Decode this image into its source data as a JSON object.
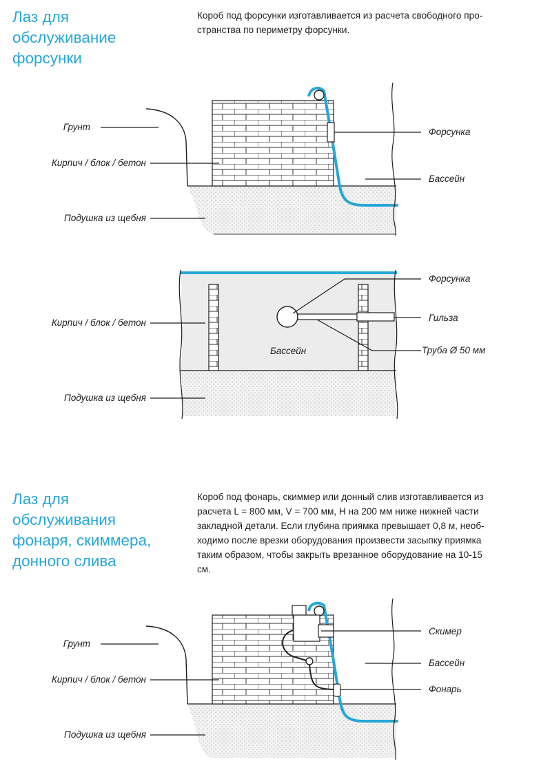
{
  "section1": {
    "heading_lines": [
      "Лаз для",
      "обслуживание",
      "форсунки"
    ],
    "description_lines": [
      "Короб под форсунки изготавливается из расчета свободного про-",
      "странства по периметру форсунки."
    ],
    "diagram_side": {
      "label_ground": "Грунт",
      "label_brick": "Кирпич / блок / бетон",
      "label_gravel": "Подушка из щебня",
      "label_nozzle": "Форсунка",
      "label_pool": "Бассейн"
    },
    "diagram_top": {
      "label_brick": "Кирпич / блок / бетон",
      "label_gravel": "Подушка из щебня",
      "label_nozzle": "Форсунка",
      "label_sleeve": "Гильза",
      "label_pipe": "Труба Ø 50 мм",
      "label_pool": "Бассейн"
    }
  },
  "section2": {
    "heading_lines": [
      "Лаз для",
      "обслуживания",
      "фонаря, скиммера,",
      "донного слива"
    ],
    "description_lines": [
      "Короб под фонарь, скиммер или донный слив изготавливается из",
      "расчета L = 800 мм, V = 700 мм, H на 200 мм ниже нижней части",
      "закладной детали. Если глубина приямка превышает 0,8 м, необ-",
      "ходимо после врезки оборудования произвести засыпку приямка",
      "таким образом, чтобы закрыть врезанное оборудование на 10-15",
      "см."
    ],
    "diagram_side": {
      "label_ground": "Грунт",
      "label_brick": "Кирпич / блок / бетон",
      "label_gravel": "Подушка из щебня",
      "label_skimmer": "Скимер",
      "label_pool": "Бассейн",
      "label_lantern": "Фонарь"
    }
  },
  "colors": {
    "accent": "#28a6d8",
    "text": "#1e1e1e",
    "pool_fill": "#ececec",
    "gravel_fill": "#efefef"
  }
}
